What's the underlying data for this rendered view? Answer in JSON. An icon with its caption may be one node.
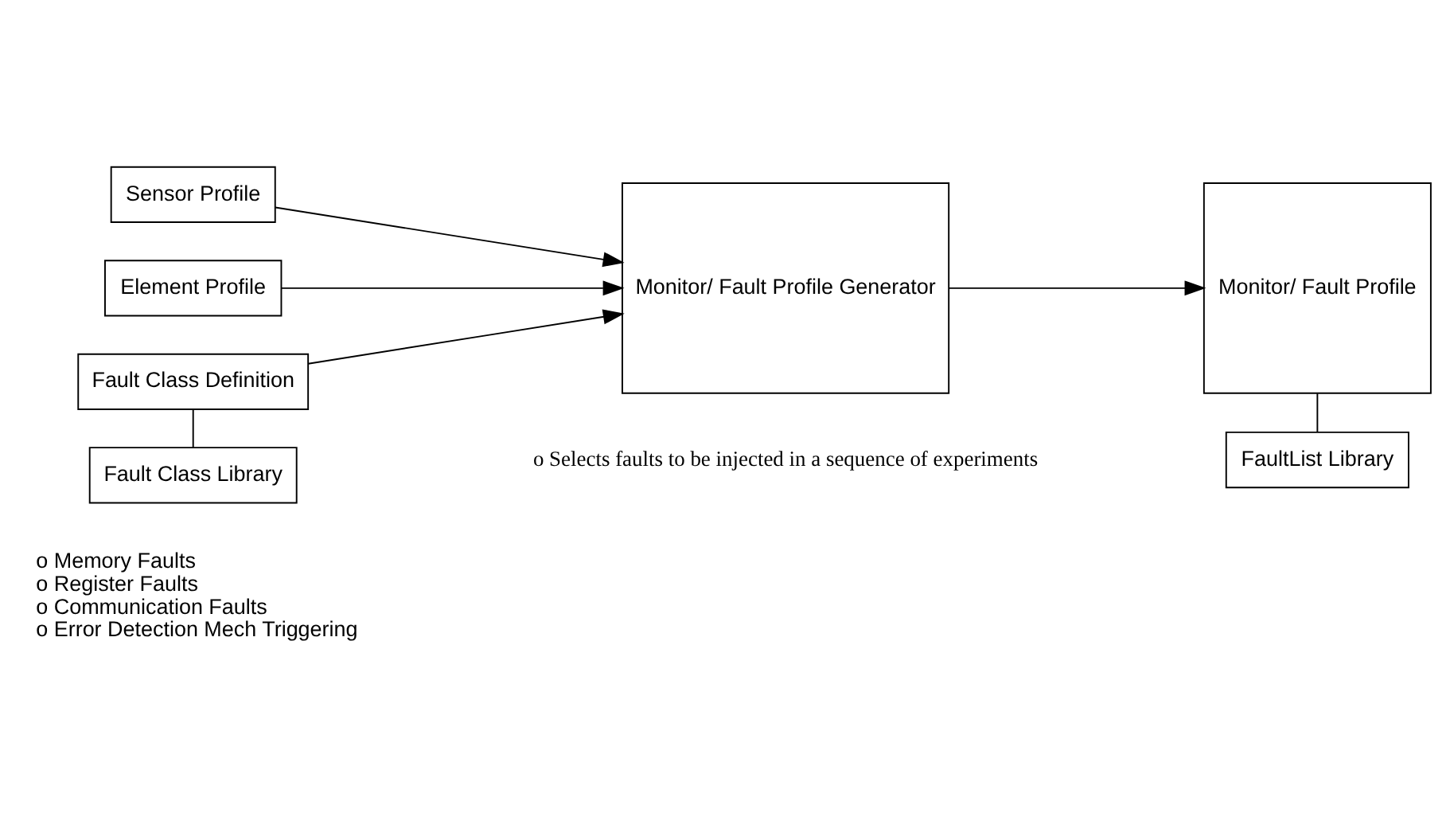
{
  "diagram": {
    "nodes": [
      {
        "text": [
          "Sensor Profile"
        ]
      },
      {
        "text": [
          "Element Profile"
        ]
      },
      {
        "text": [
          "Fault Class Definition"
        ]
      },
      {
        "text": [
          "Monitor/ Fault Profile Generator"
        ]
      },
      {
        "text": [
          "Monitor/ Fault Profile"
        ]
      },
      {
        "text": [
          "Fault Class Library"
        ]
      },
      {
        "text": [
          "FaultList Library"
        ]
      }
    ],
    "edges": [
      {
        "from": 0,
        "to": 3,
        "arrow": "to"
      },
      {
        "from": 1,
        "to": 3,
        "arrow": "to"
      },
      {
        "from": 2,
        "to": 3,
        "arrow": "to"
      },
      {
        "from": 3,
        "to": 4,
        "arrow": "to"
      },
      {
        "from": 2,
        "to": 5,
        "arrow": "none"
      },
      {
        "from": 4,
        "to": 6,
        "arrow": "none"
      }
    ],
    "labels": [
      "o Selects faults to be injected in a sequence of experiments",
      "o Memory Faults",
      "o Register Faults",
      "o Communication Faults",
      "o Error Detection Mech Triggering"
    ]
  }
}
